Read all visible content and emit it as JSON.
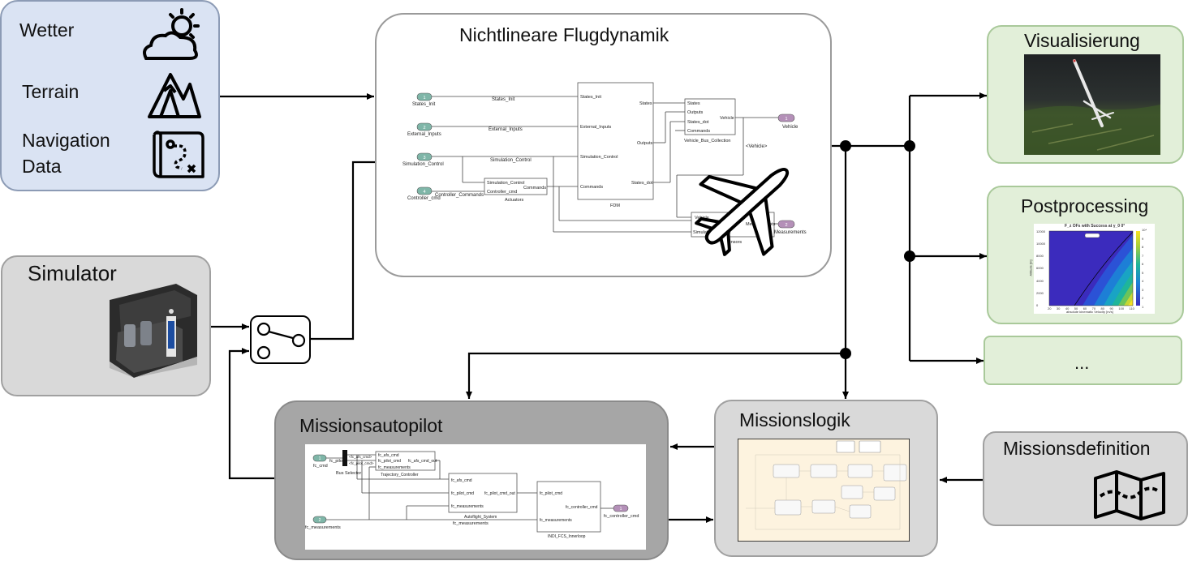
{
  "env": {
    "items": [
      "Wetter",
      "Terrain",
      "Navigation Data"
    ],
    "line1": "Wetter",
    "line2": "Terrain",
    "line3a": "Navigation",
    "line3b": "Data"
  },
  "simulator": {
    "title": "Simulator"
  },
  "flight_dynamics": {
    "title": "Nichtlineare Flugdynamik",
    "inports": [
      {
        "num": "1",
        "name": "States_Init"
      },
      {
        "num": "2",
        "name": "External_Inputs"
      },
      {
        "num": "3",
        "name": "Simulation_Control"
      },
      {
        "num": "4",
        "name": "Controller_cmd"
      }
    ],
    "fdm": {
      "name": "FDM",
      "in": [
        "States_Init",
        "External_Inputs",
        "Simulation_Control",
        "Commands"
      ],
      "out": [
        "States",
        "Outputs",
        "States_dot"
      ]
    },
    "actuators": {
      "name": "Actuators",
      "in": [
        "Simulation_Control",
        "Controller_cmd"
      ],
      "out": "Commands"
    },
    "bus_collection": {
      "name": "Vehicle_Bus_Collection",
      "in": [
        "States",
        "Outputs",
        "States_dot",
        "Commands"
      ],
      "out": "Vehicle"
    },
    "sensors": {
      "name": "Sensors",
      "in": [
        "Vehicle",
        "Simulation_Control"
      ],
      "out": "Measurements"
    },
    "signal_labels": {
      "controller_commands": "Controller_Commands",
      "vehicle_tag": "<Vehicle>"
    },
    "outports": [
      {
        "num": "1",
        "name": "Vehicle"
      },
      {
        "num": "2",
        "name": "Measurements"
      }
    ]
  },
  "visualisierung": {
    "title": "Visualisierung"
  },
  "postprocessing": {
    "title": "Postprocessing",
    "chart_title": "F_z OFs with Success at γ_0 0°",
    "ylabel": "Altitude [m]",
    "xlabel": "absolute kinematic Velocity [m/s]",
    "yticks": [
      "12000",
      "10000",
      "8000",
      "6000",
      "4000",
      "2000",
      "0"
    ],
    "xticks": [
      "20",
      "30",
      "40",
      "50",
      "60",
      "70",
      "80",
      "90",
      "100",
      "110"
    ],
    "colorbar_ticks": [
      "10⁴",
      "9",
      "8",
      "7",
      "6",
      "5",
      "4",
      "3",
      "2",
      "1"
    ]
  },
  "more": {
    "label": "..."
  },
  "missionslogik": {
    "title": "Missionslogik"
  },
  "missionsdefinition": {
    "title": "Missionsdefinition"
  },
  "missionsautopilot": {
    "title": "Missionsautopilot",
    "inports": [
      {
        "num": "1",
        "name": "fc_cmd"
      },
      {
        "num": "2",
        "name": "fc_measurements"
      }
    ],
    "bus_selector": {
      "name": "Bus Selector",
      "tag_top": "fc_pilot"
    },
    "bus_signals": [
      "<fc_afs_cmd>",
      "<fc_pilot_cmd>"
    ],
    "trajectory": {
      "name": "Trajectory_Controller",
      "in": [
        "fc_afs_cmd",
        "fc_pilot_cmd",
        "fc_measurements"
      ],
      "out": "fc_afs_cmd_out"
    },
    "autoflight": {
      "name": "Autoflight_System",
      "in": [
        "fc_afs_cmd",
        "fc_pilot_cmd",
        "fc_measurements"
      ],
      "out": "fc_pilot_cmd_out"
    },
    "indi": {
      "name": "INDI_FCS_Innerloop",
      "in": [
        "fc_pilot_cmd",
        "fc_measurements"
      ],
      "out": "fc_controller_cmd"
    },
    "signal_labels": {
      "fc_measurements": "fc_measurements"
    },
    "outports": [
      {
        "num": "1",
        "name": "fc_controller_cmd"
      }
    ]
  },
  "colors": {
    "env_fill": "#dae3f3",
    "env_border": "#8c9bb5",
    "white_fill": "#ffffff",
    "gray_fill": "#d9d9d9",
    "dark_gray_fill": "#a6a6a6",
    "green_fill": "#e2efd9",
    "green_border": "#a9c99a",
    "arrow": "#000000"
  },
  "icons": [
    "weather-icon",
    "mountain-icon",
    "map-route-icon",
    "airplane-icon",
    "switch-icon",
    "folded-map-icon",
    "simulator-cockpit-image",
    "flight-visualization-image"
  ]
}
